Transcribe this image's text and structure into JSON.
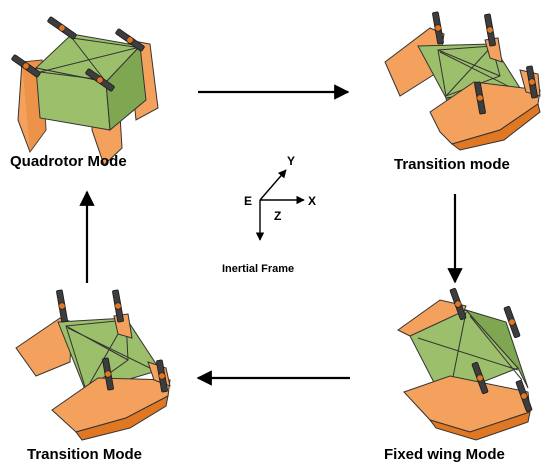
{
  "diagram": {
    "captions": {
      "quadrotor": "Quadrotor Mode",
      "transition_top": "Transition mode",
      "fixed_wing": "Fixed wing Mode",
      "transition_bottom": "Transition Mode"
    },
    "frame": {
      "title": "Inertial Frame",
      "origin": "E",
      "x": "X",
      "y": "Y",
      "z": "Z"
    },
    "colors": {
      "wing": "#f4a15e",
      "wing_dark": "#e07722",
      "body": "#9bbf6a",
      "body_dark": "#7fa650",
      "rotor": "#3d3d3d",
      "arrow": "#000000"
    }
  }
}
